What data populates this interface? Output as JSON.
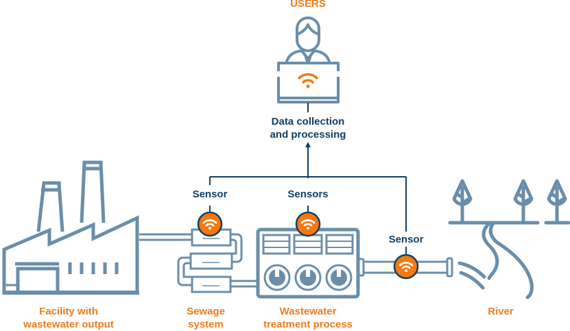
{
  "title": "USERS",
  "colors": {
    "icon": "#6a8ea9",
    "accent": "#f7780e",
    "line": "#113f62",
    "label_orange": "#f07c1b"
  },
  "hub": {
    "label_line1": "Data collection",
    "label_line2": "and processing"
  },
  "sensors": [
    {
      "label": "Sensor",
      "location": "sewage"
    },
    {
      "label": "Sensors",
      "location": "treatment"
    },
    {
      "label": "Sensor",
      "location": "pipe"
    }
  ],
  "stages": [
    {
      "line1": "Facility with",
      "line2": "wastewater output",
      "icon": "factory-icon"
    },
    {
      "line1": "Sewage",
      "line2": "system",
      "icon": "sewage-pipes-icon"
    },
    {
      "line1": "Wastewater",
      "line2": "treatment process",
      "icon": "treatment-panel-icon"
    },
    {
      "line1": "River",
      "line2": "",
      "icon": "river-trees-icon"
    }
  ]
}
